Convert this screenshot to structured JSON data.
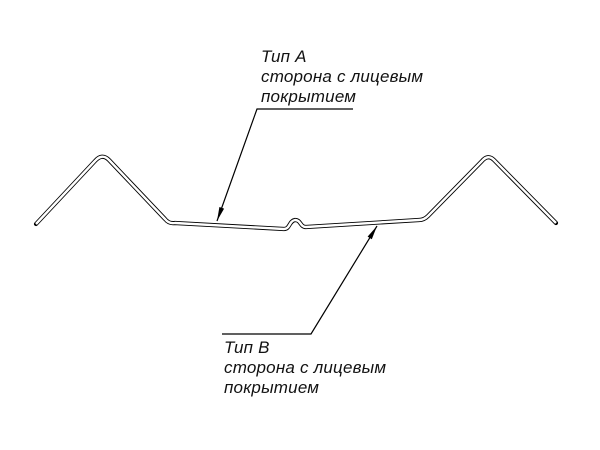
{
  "drawing": {
    "background_color": "#ffffff",
    "line_color": "#000000",
    "description": "profile-cross-section"
  },
  "labels": {
    "type_a": {
      "title": "Тип А",
      "line1": "сторона с лицевым",
      "line2": "покрытием"
    },
    "type_b": {
      "title": "Тип В",
      "line1": "сторона с лицевым",
      "line2": "покрытием"
    }
  }
}
